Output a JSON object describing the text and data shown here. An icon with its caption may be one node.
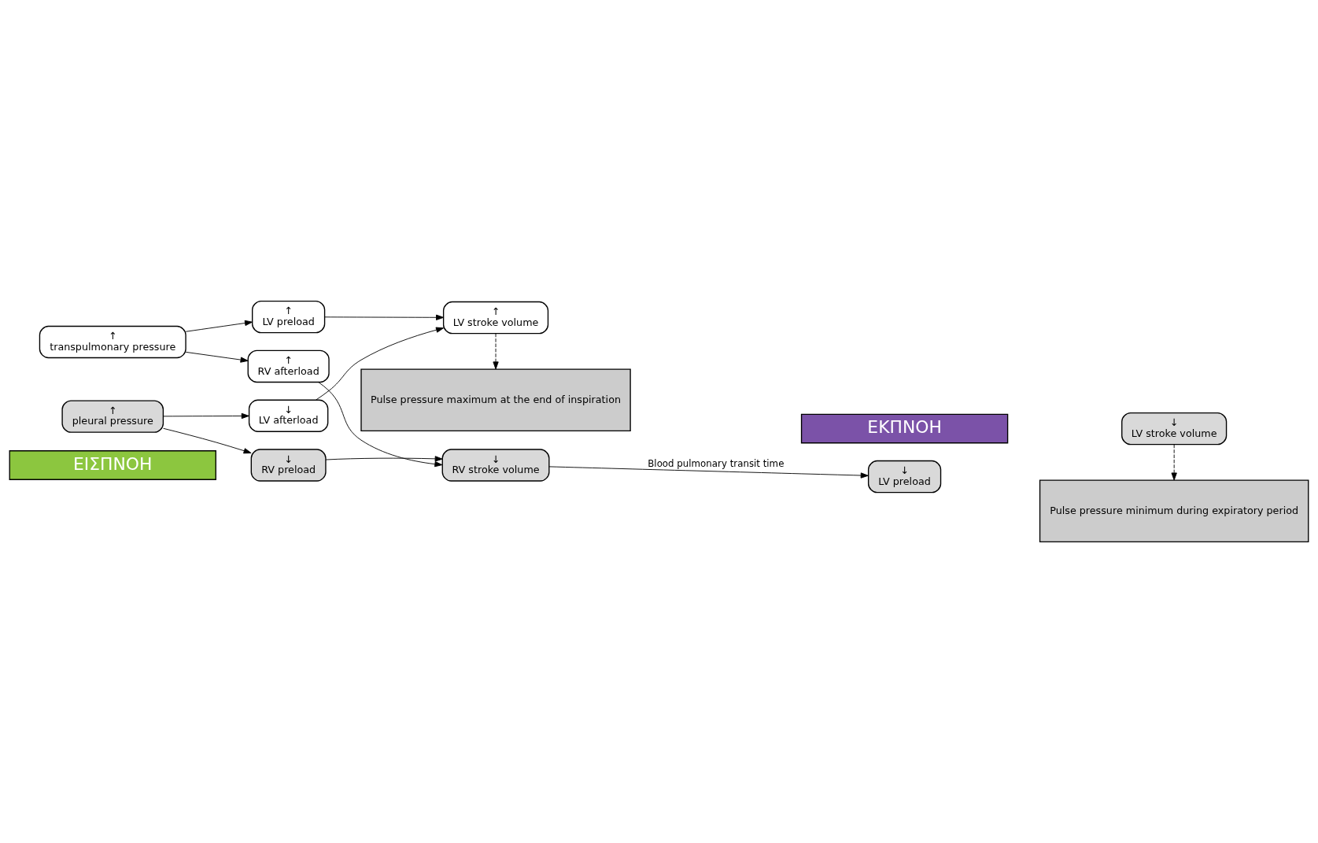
{
  "diagram": {
    "nodes": [
      {
        "text": [
          "ΕΙΣΠΝΟΗ"
        ]
      },
      {
        "text": [
          "ΕΚΠΝΟΗ"
        ]
      },
      {
        "text": [
          "↑",
          "pleural pressure"
        ]
      },
      {
        "text": [
          "↑",
          "transpulmonary pressure"
        ]
      },
      {
        "text": [
          "↓",
          "RV preload"
        ]
      },
      {
        "text": [
          "↑",
          "RV afterload"
        ]
      },
      {
        "text": [
          "↓",
          "LV afterload"
        ]
      },
      {
        "text": [
          "↑",
          "LV preload"
        ]
      },
      {
        "text": [
          "↓",
          "RV stroke volume"
        ]
      },
      {
        "text": [
          "↑",
          "LV stroke volume"
        ]
      },
      {
        "text": [
          "↓",
          "LV preload"
        ]
      },
      {
        "text": [
          "↓",
          "LV stroke volume"
        ]
      },
      {
        "text": [
          "Pulse pressure maximum at the end of inspiration"
        ]
      },
      {
        "text": [
          "Pulse pressure minimum during expiratory period"
        ]
      }
    ],
    "edges": [
      {
        "from": 2,
        "to": 4,
        "arrow": "to"
      },
      {
        "from": 2,
        "to": 6,
        "arrow": "to"
      },
      {
        "from": 3,
        "to": 5,
        "arrow": "to"
      },
      {
        "from": 3,
        "to": 7,
        "arrow": "to"
      },
      {
        "from": 4,
        "to": 8,
        "arrow": "to"
      },
      {
        "from": 5,
        "to": 8,
        "arrow": "to"
      },
      {
        "from": 6,
        "to": 9,
        "arrow": "to"
      },
      {
        "from": 7,
        "to": 9,
        "arrow": "to"
      },
      {
        "from": 8,
        "to": 10,
        "label": "Blood pulmonary transit time",
        "arrow": "to"
      },
      {
        "from": 9,
        "to": 12,
        "arrow": "to",
        "style": "dashed"
      },
      {
        "from": 11,
        "to": 13,
        "arrow": "to",
        "style": "dashed"
      }
    ]
  }
}
